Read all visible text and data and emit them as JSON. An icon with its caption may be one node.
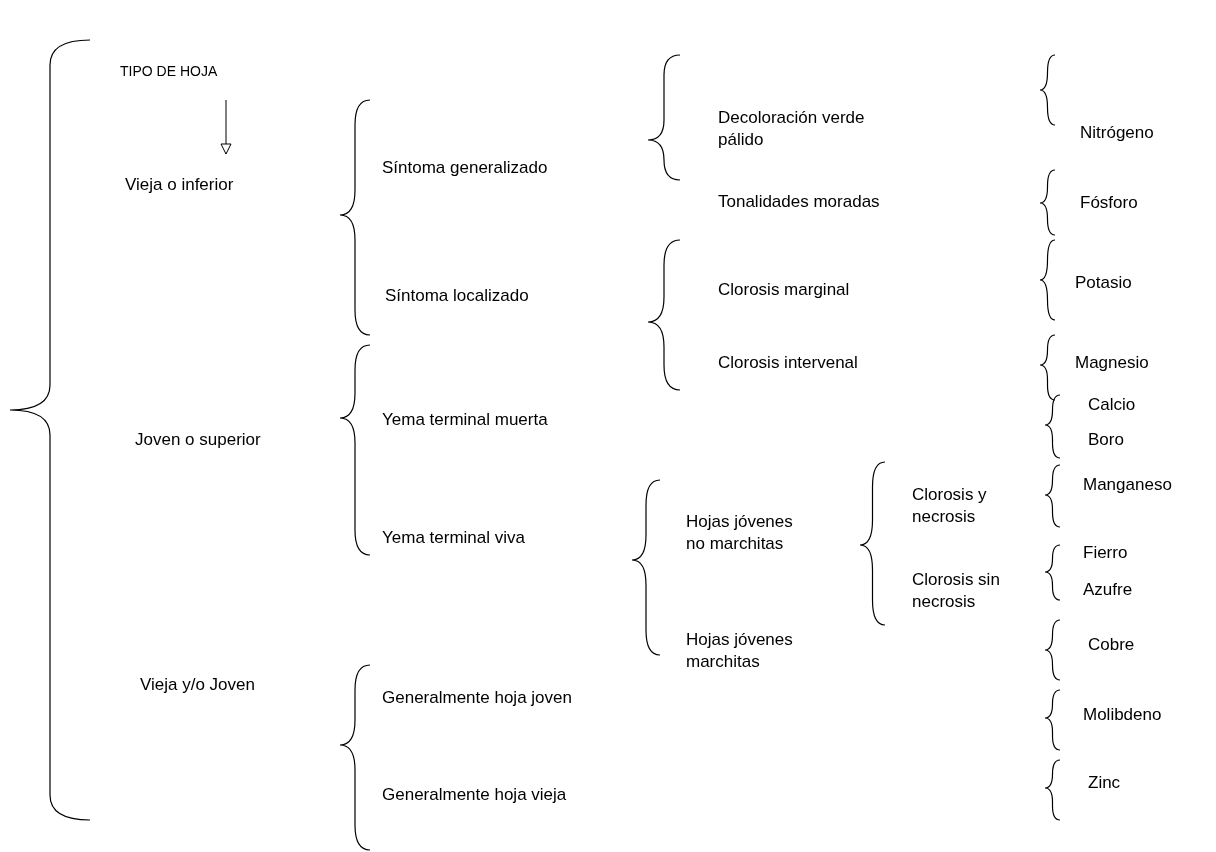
{
  "diagram": {
    "nodes": [
      {
        "text": [
          "TIPO DE HOJA"
        ]
      },
      {
        "text": [
          "Vieja o inferior"
        ]
      }
    ],
    "edges": [
      {
        "from": 0,
        "to": 1,
        "arrow": "to"
      }
    ],
    "labels": [
      "Síntoma generalizado",
      "Decoloración verde pálido",
      "Nitrógeno",
      "Tonalidades moradas",
      "Fósforo",
      "Potasio",
      "Síntoma localizado",
      "Clorosis marginal",
      "Clorosis intervenal",
      "Magnesio",
      "Yema terminal muerta",
      "Calcio",
      "Joven o superior",
      "Boro",
      "Clorosis y necrosis",
      "Manganeso",
      "Yema terminal viva",
      "Hojas jóvenes no marchitas",
      "Clorosis sin necrosis",
      "Fierro",
      "Azufre",
      "Hojas jóvenes marchitas",
      "Cobre",
      "Vieja y/o Joven",
      "Generalmente hoja joven",
      "Molibdeno",
      "Zinc",
      "Generalmente hoja vieja"
    ]
  }
}
